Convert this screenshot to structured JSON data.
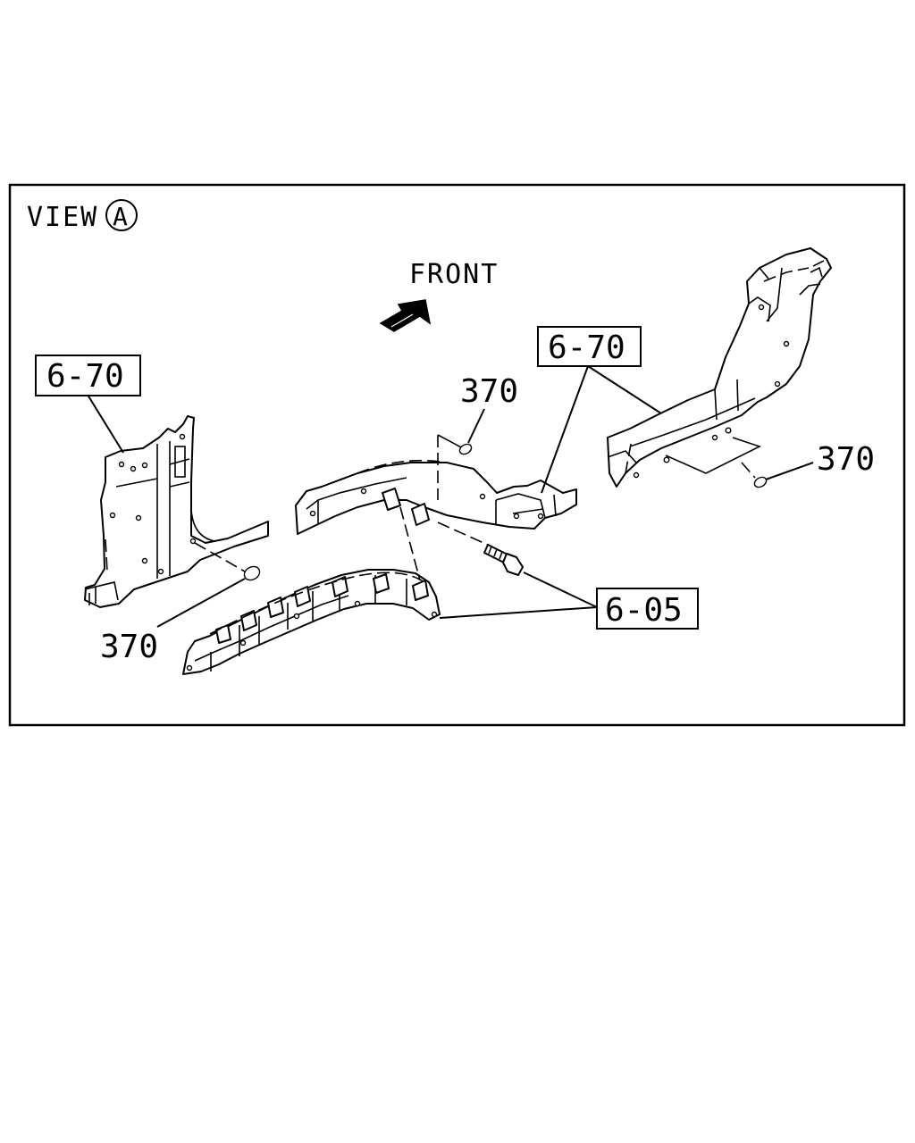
{
  "view": {
    "title": "VIEW",
    "marker": "A"
  },
  "direction": {
    "label": "FRONT"
  },
  "callouts": {
    "ref_6_70_left": "6-70",
    "ref_6_70_center": "6-70",
    "ref_6_05": "6-05",
    "part_370_center": "370",
    "part_370_right": "370",
    "part_370_left": "370"
  },
  "icons": {
    "direction_arrow": "front-arrow-icon",
    "view_marker": "circled-letter-icon"
  }
}
